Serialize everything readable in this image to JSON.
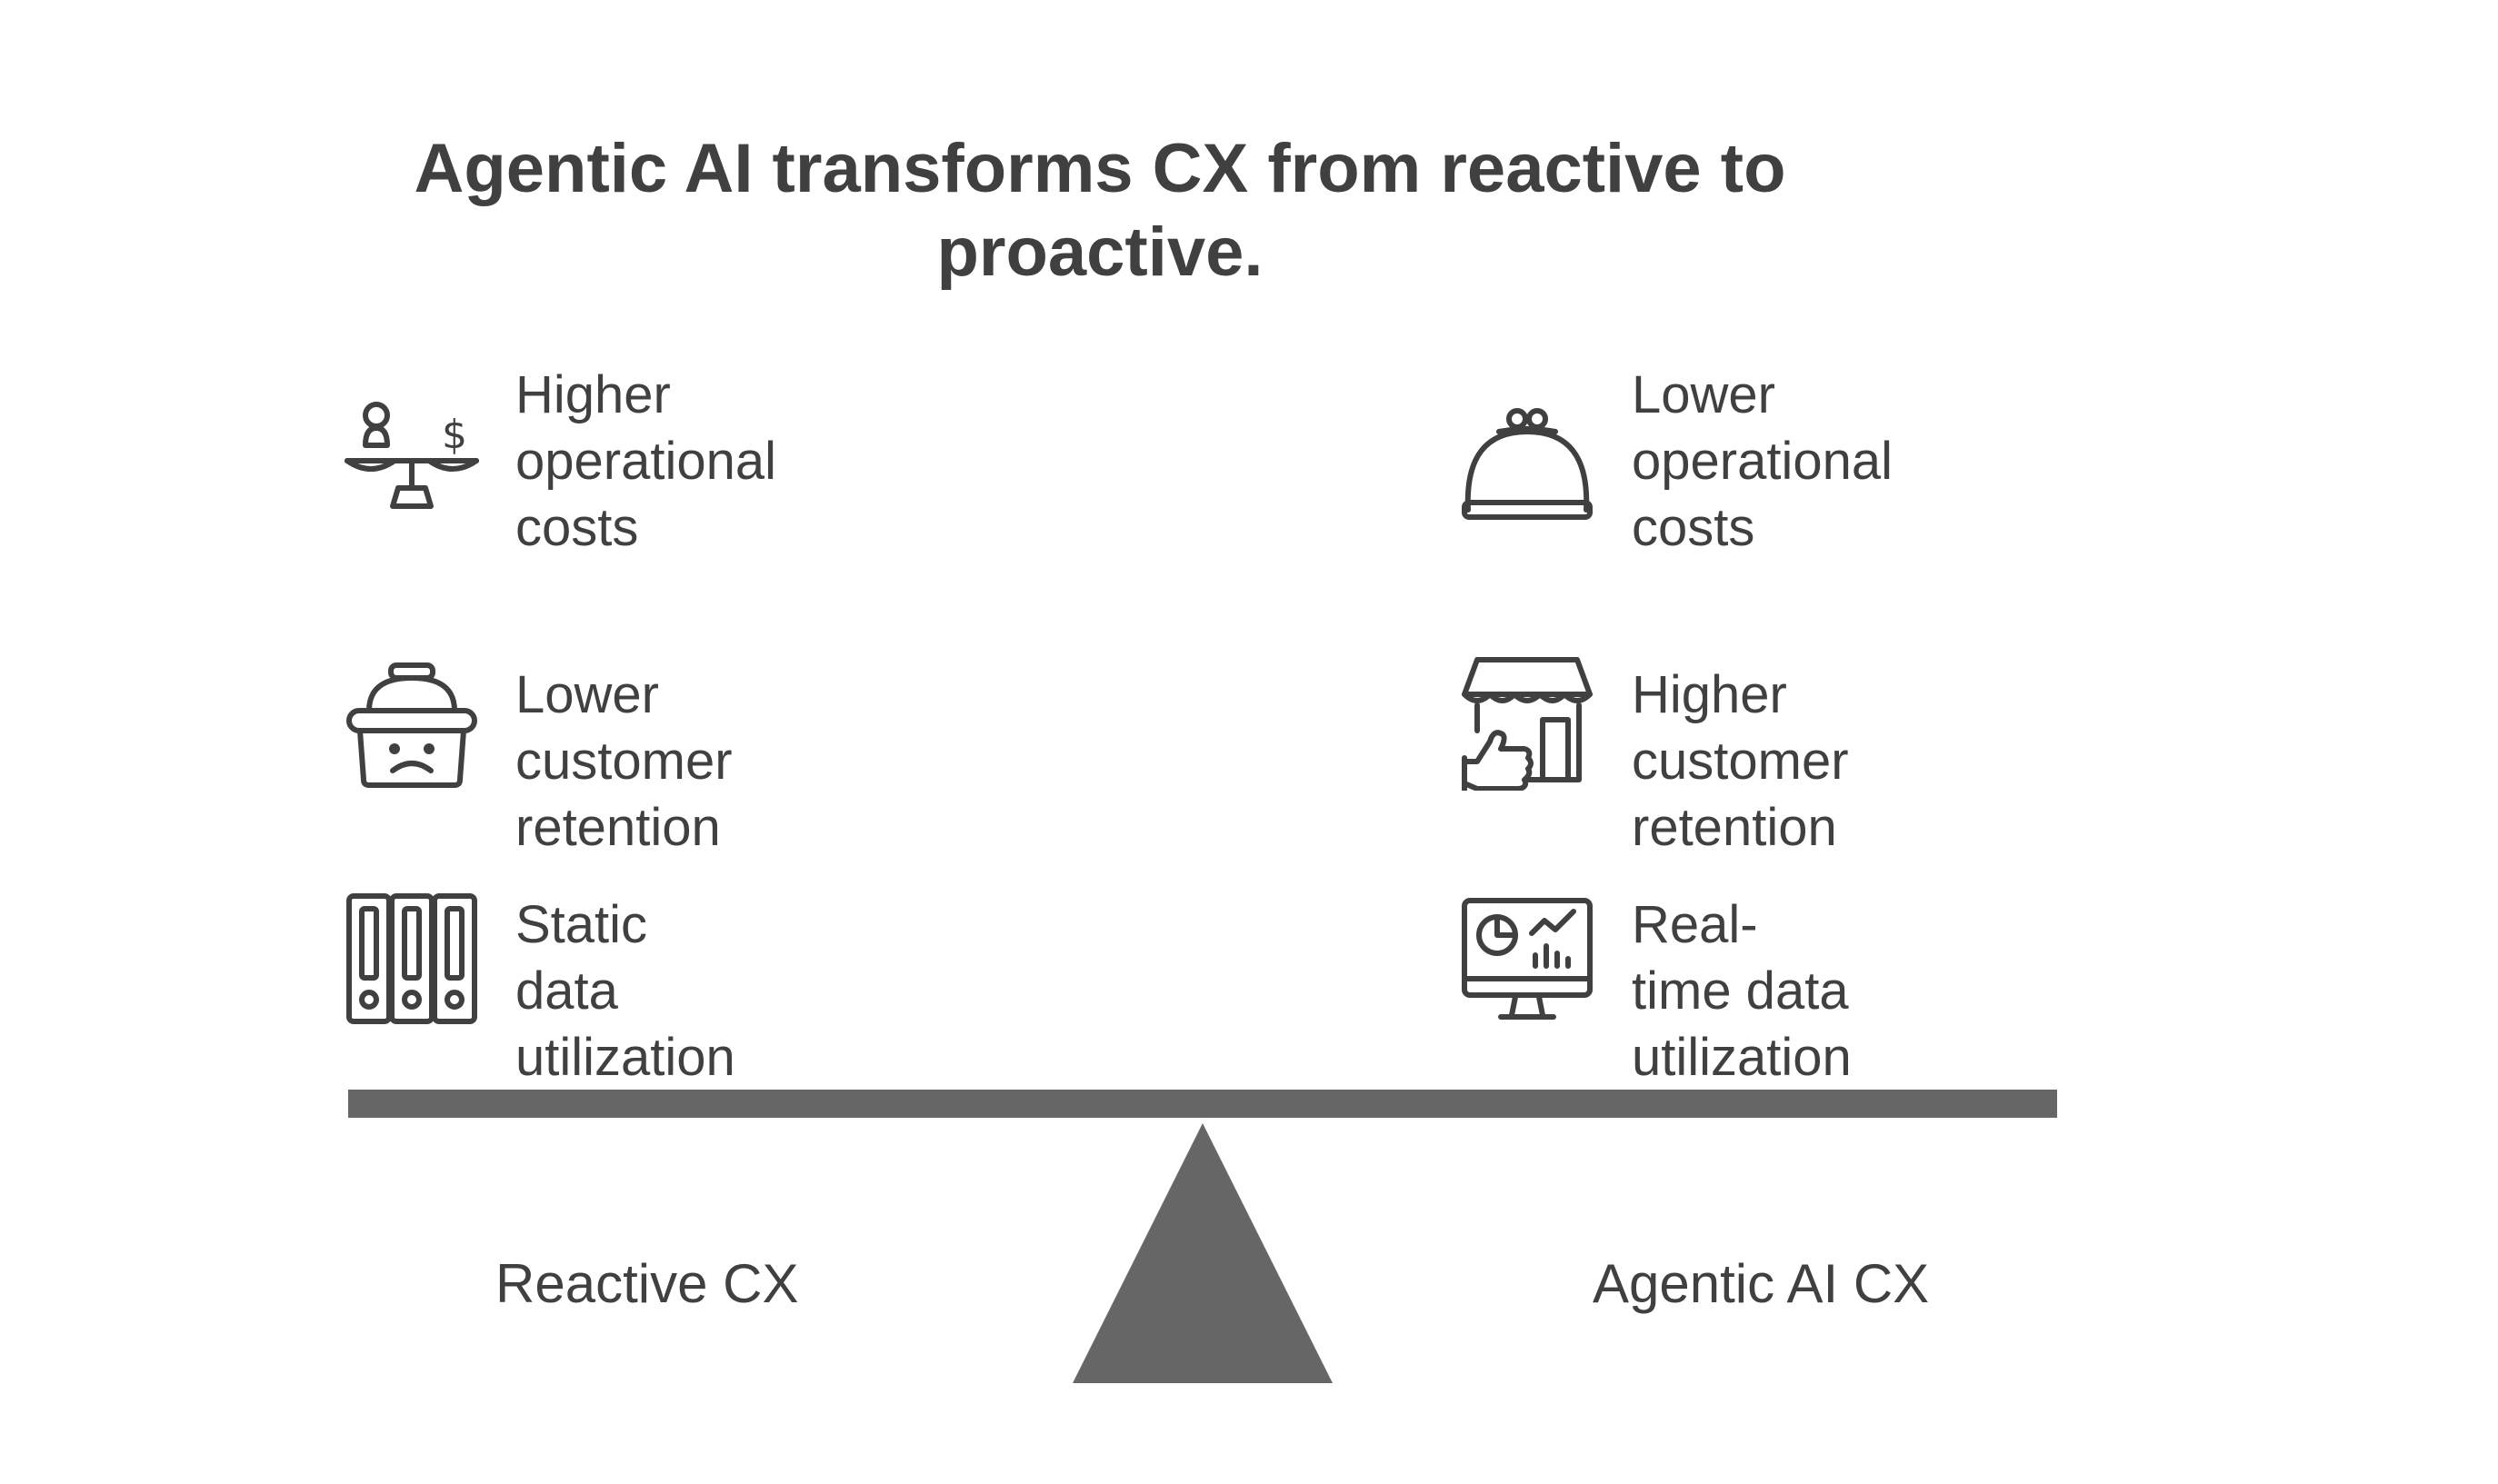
{
  "title": "Agentic AI transforms CX from reactive to proactive.",
  "left": {
    "label": "Reactive CX",
    "items": [
      {
        "text": "Higher\noperational\ncosts",
        "icon": "scale-person-dollar-icon"
      },
      {
        "text": "Lower customer\nretention",
        "icon": "sad-basket-icon"
      },
      {
        "text": "Static data\nutilization",
        "icon": "binders-icon"
      }
    ]
  },
  "right": {
    "label": "Agentic AI CX",
    "items": [
      {
        "text": "Lower\noperational\ncosts",
        "icon": "coin-purse-icon"
      },
      {
        "text": "Higher customer\nretention",
        "icon": "store-thumbs-up-icon"
      },
      {
        "text": "Real-time data\nutilization",
        "icon": "analytics-monitor-icon"
      }
    ]
  },
  "colors": {
    "text": "#404040",
    "beam": "#666666",
    "icon_stroke": "#404040"
  }
}
